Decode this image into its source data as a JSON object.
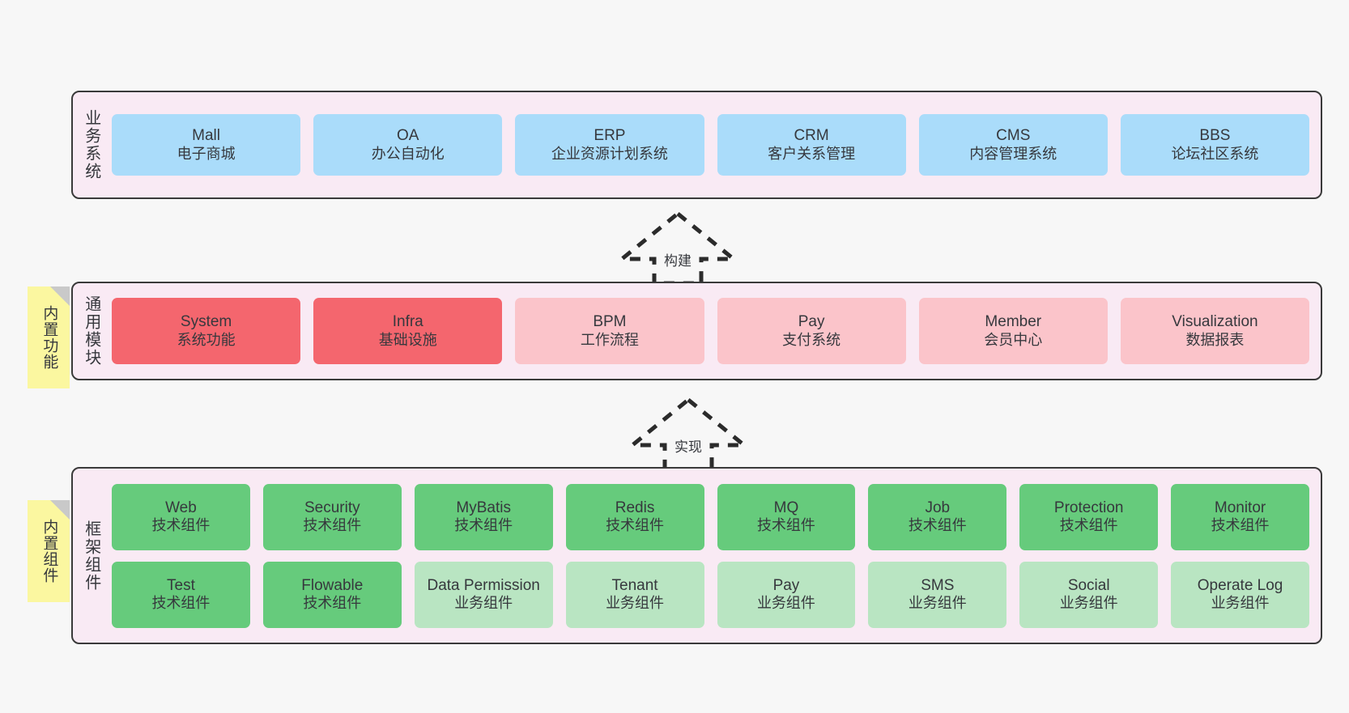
{
  "diagram": {
    "background": "#f7f7f7",
    "layer_bg": "#f9eaf4",
    "layer_border": "#3a3a3a",
    "sticky_bg": "#fbf7a0",
    "sticky_fold": "#c9c9c9",
    "colors": {
      "blue": "#aadcfa",
      "red": "#f4666e",
      "pink": "#fbc4ca",
      "green": "#66cb7c",
      "light_green": "#b9e5c2"
    }
  },
  "layers": {
    "business": {
      "label": "业务系统",
      "cards": [
        {
          "en": "Mall",
          "cn": "电子商城",
          "color": "blue"
        },
        {
          "en": "OA",
          "cn": "办公自动化",
          "color": "blue"
        },
        {
          "en": "ERP",
          "cn": "企业资源计划系统",
          "color": "blue"
        },
        {
          "en": "CRM",
          "cn": "客户关系管理",
          "color": "blue"
        },
        {
          "en": "CMS",
          "cn": "内容管理系统",
          "color": "blue"
        },
        {
          "en": "BBS",
          "cn": "论坛社区系统",
          "color": "blue"
        }
      ]
    },
    "common": {
      "label": "通用模块",
      "sticky": "内置功能",
      "cards": [
        {
          "en": "System",
          "cn": "系统功能",
          "color": "red"
        },
        {
          "en": "Infra",
          "cn": "基础设施",
          "color": "red"
        },
        {
          "en": "BPM",
          "cn": "工作流程",
          "color": "pink"
        },
        {
          "en": "Pay",
          "cn": "支付系统",
          "color": "pink"
        },
        {
          "en": "Member",
          "cn": "会员中心",
          "color": "pink"
        },
        {
          "en": "Visualization",
          "cn": "数据报表",
          "color": "pink"
        }
      ]
    },
    "framework": {
      "label": "框架组件",
      "sticky": "内置组件",
      "row1": [
        {
          "en": "Web",
          "cn": "技术组件",
          "color": "green"
        },
        {
          "en": "Security",
          "cn": "技术组件",
          "color": "green"
        },
        {
          "en": "MyBatis",
          "cn": "技术组件",
          "color": "green"
        },
        {
          "en": "Redis",
          "cn": "技术组件",
          "color": "green"
        },
        {
          "en": "MQ",
          "cn": "技术组件",
          "color": "green"
        },
        {
          "en": "Job",
          "cn": "技术组件",
          "color": "green"
        },
        {
          "en": "Protection",
          "cn": "技术组件",
          "color": "green"
        },
        {
          "en": "Monitor",
          "cn": "技术组件",
          "color": "green"
        }
      ],
      "row2": [
        {
          "en": "Test",
          "cn": "技术组件",
          "color": "green"
        },
        {
          "en": "Flowable",
          "cn": "技术组件",
          "color": "green"
        },
        {
          "en": "Data Permission",
          "cn": "业务组件",
          "color": "light_green"
        },
        {
          "en": "Tenant",
          "cn": "业务组件",
          "color": "light_green"
        },
        {
          "en": "Pay",
          "cn": "业务组件",
          "color": "light_green"
        },
        {
          "en": "SMS",
          "cn": "业务组件",
          "color": "light_green"
        },
        {
          "en": "Social",
          "cn": "业务组件",
          "color": "light_green"
        },
        {
          "en": "Operate Log",
          "cn": "业务组件",
          "color": "light_green"
        }
      ]
    }
  },
  "arrows": [
    {
      "id": "build",
      "label": "构建"
    },
    {
      "id": "impl",
      "label": "实现"
    }
  ]
}
